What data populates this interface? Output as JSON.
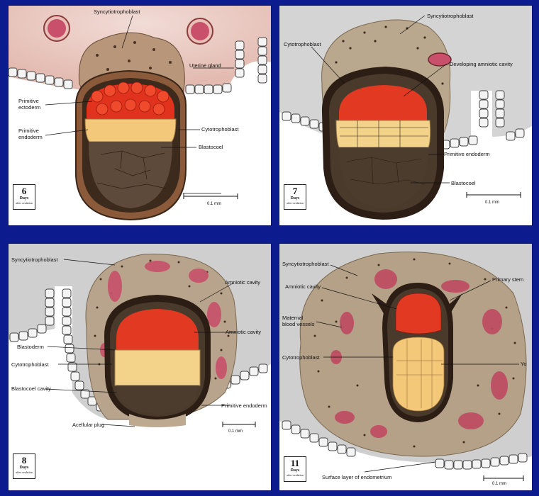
{
  "panels": [
    {
      "day": "6",
      "unit": "Days",
      "sub": "after ovulation",
      "labels": {
        "syncytiotrophoblast": "Syncytiotrophoblast",
        "uterine_gland": "Uterine gland",
        "primitive_ectoderm": "Primitive ectoderm",
        "cytotrophoblast": "Cytotrophoblast",
        "primitive_endoderm": "Primitive endoderm",
        "blastocoel": "Blastocoel"
      },
      "scale": "0.1 mm"
    },
    {
      "day": "7",
      "unit": "Days",
      "sub": "after ovulation",
      "labels": {
        "syncytiotrophoblast": "Syncytiotrophoblast",
        "cytotrophoblast": "Cytotrophoblast",
        "developing_amniotic_cavity": "Developing amniotic cavity",
        "primitive_endoderm": "Primitive endoderm",
        "blastocoel": "Blastocoel"
      },
      "scale": "0.1 mm"
    },
    {
      "day": "8",
      "unit": "Days",
      "sub": "after ovulation",
      "labels": {
        "syncytiotrophoblast": "Syncytiotrophoblast",
        "amniotic_cavity_top": "Amniotic cavity",
        "amniotic_cavity": "Amniotic cavity",
        "blastoderm": "Blastoderm",
        "cytotrophoblast": "Cytotrophoblast",
        "blastocoel_cavity": "Blastocoel cavity",
        "primitive_endoderm": "Primitive endoderm",
        "acellular_plug": "Acellular plug"
      },
      "scale": "0.1 mm"
    },
    {
      "day": "11",
      "unit": "Days",
      "sub": "after ovulation",
      "labels": {
        "syncytiotrophoblast": "Syncytiotrophoblast",
        "amniotic_cavity": "Amniotic cavity",
        "primary_stem": "Primary stem",
        "maternal_blood_vessels": "Maternal blood vessels",
        "cytotrophoblast": "Cytotrophoblast",
        "yolk": "Yo",
        "surface_layer": "Surface layer of endometrium"
      },
      "scale": "0.1 mm"
    }
  ],
  "colors": {
    "background": "#0c1c8f",
    "syncytio": "#b8a48a",
    "cyto": "#4a3a2c",
    "amnion": "#e23a22",
    "endoderm": "#f2d384",
    "blastocoel": "#5e4c3c",
    "blood": "#b8485e",
    "uterus_wall": "#cfcfcf"
  }
}
